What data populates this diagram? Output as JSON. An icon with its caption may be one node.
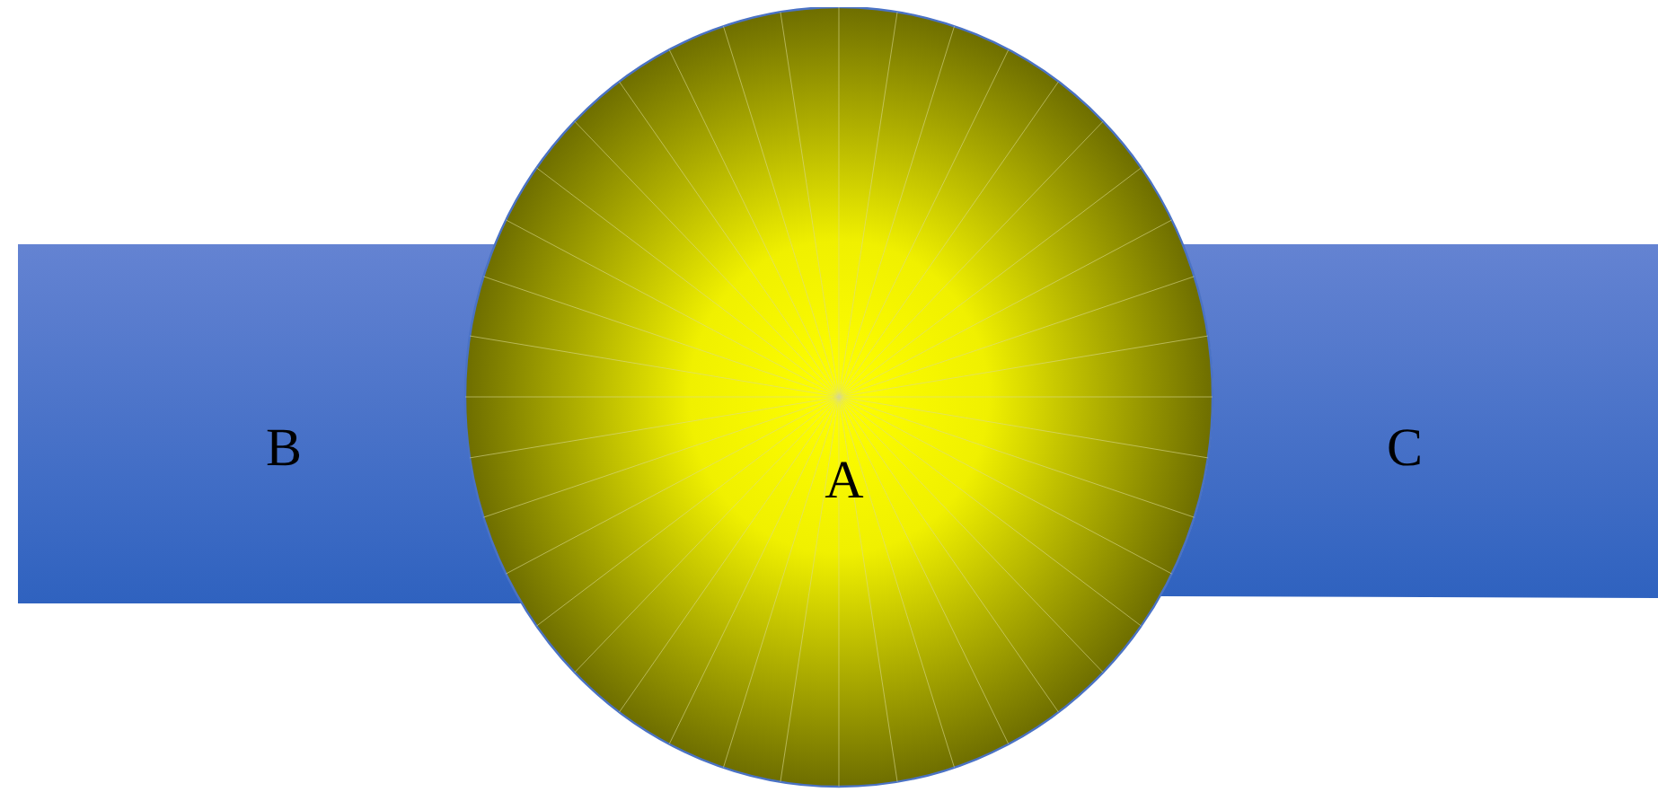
{
  "diagram": {
    "nodes": [
      {
        "text": [
          "B"
        ]
      },
      {
        "text": [
          "A"
        ]
      },
      {
        "text": [
          "C"
        ]
      }
    ]
  }
}
